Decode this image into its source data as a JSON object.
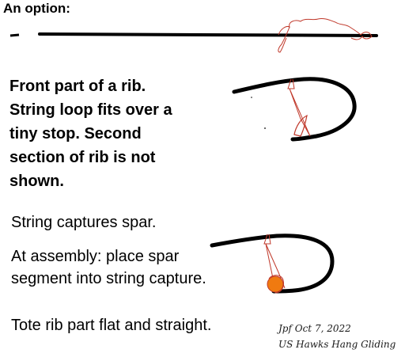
{
  "title": "An option:",
  "rib_description": [
    "Front part of a rib.",
    "String loop fits over a",
    "tiny stop. Second",
    "section of rib is not",
    "shown."
  ],
  "spar_caption": "String captures spar.",
  "assembly_note": [
    "At assembly: place spar",
    "segment into string capture."
  ],
  "tote_note": "Tote rib part flat and straight.",
  "signature": {
    "line1": "Jpf Oct 7, 2022",
    "line2": "US Hawks Hang Gliding"
  },
  "colors": {
    "ink": "#000000",
    "sketch_red": "#c0392b",
    "spar_orange": "#f07a10"
  }
}
